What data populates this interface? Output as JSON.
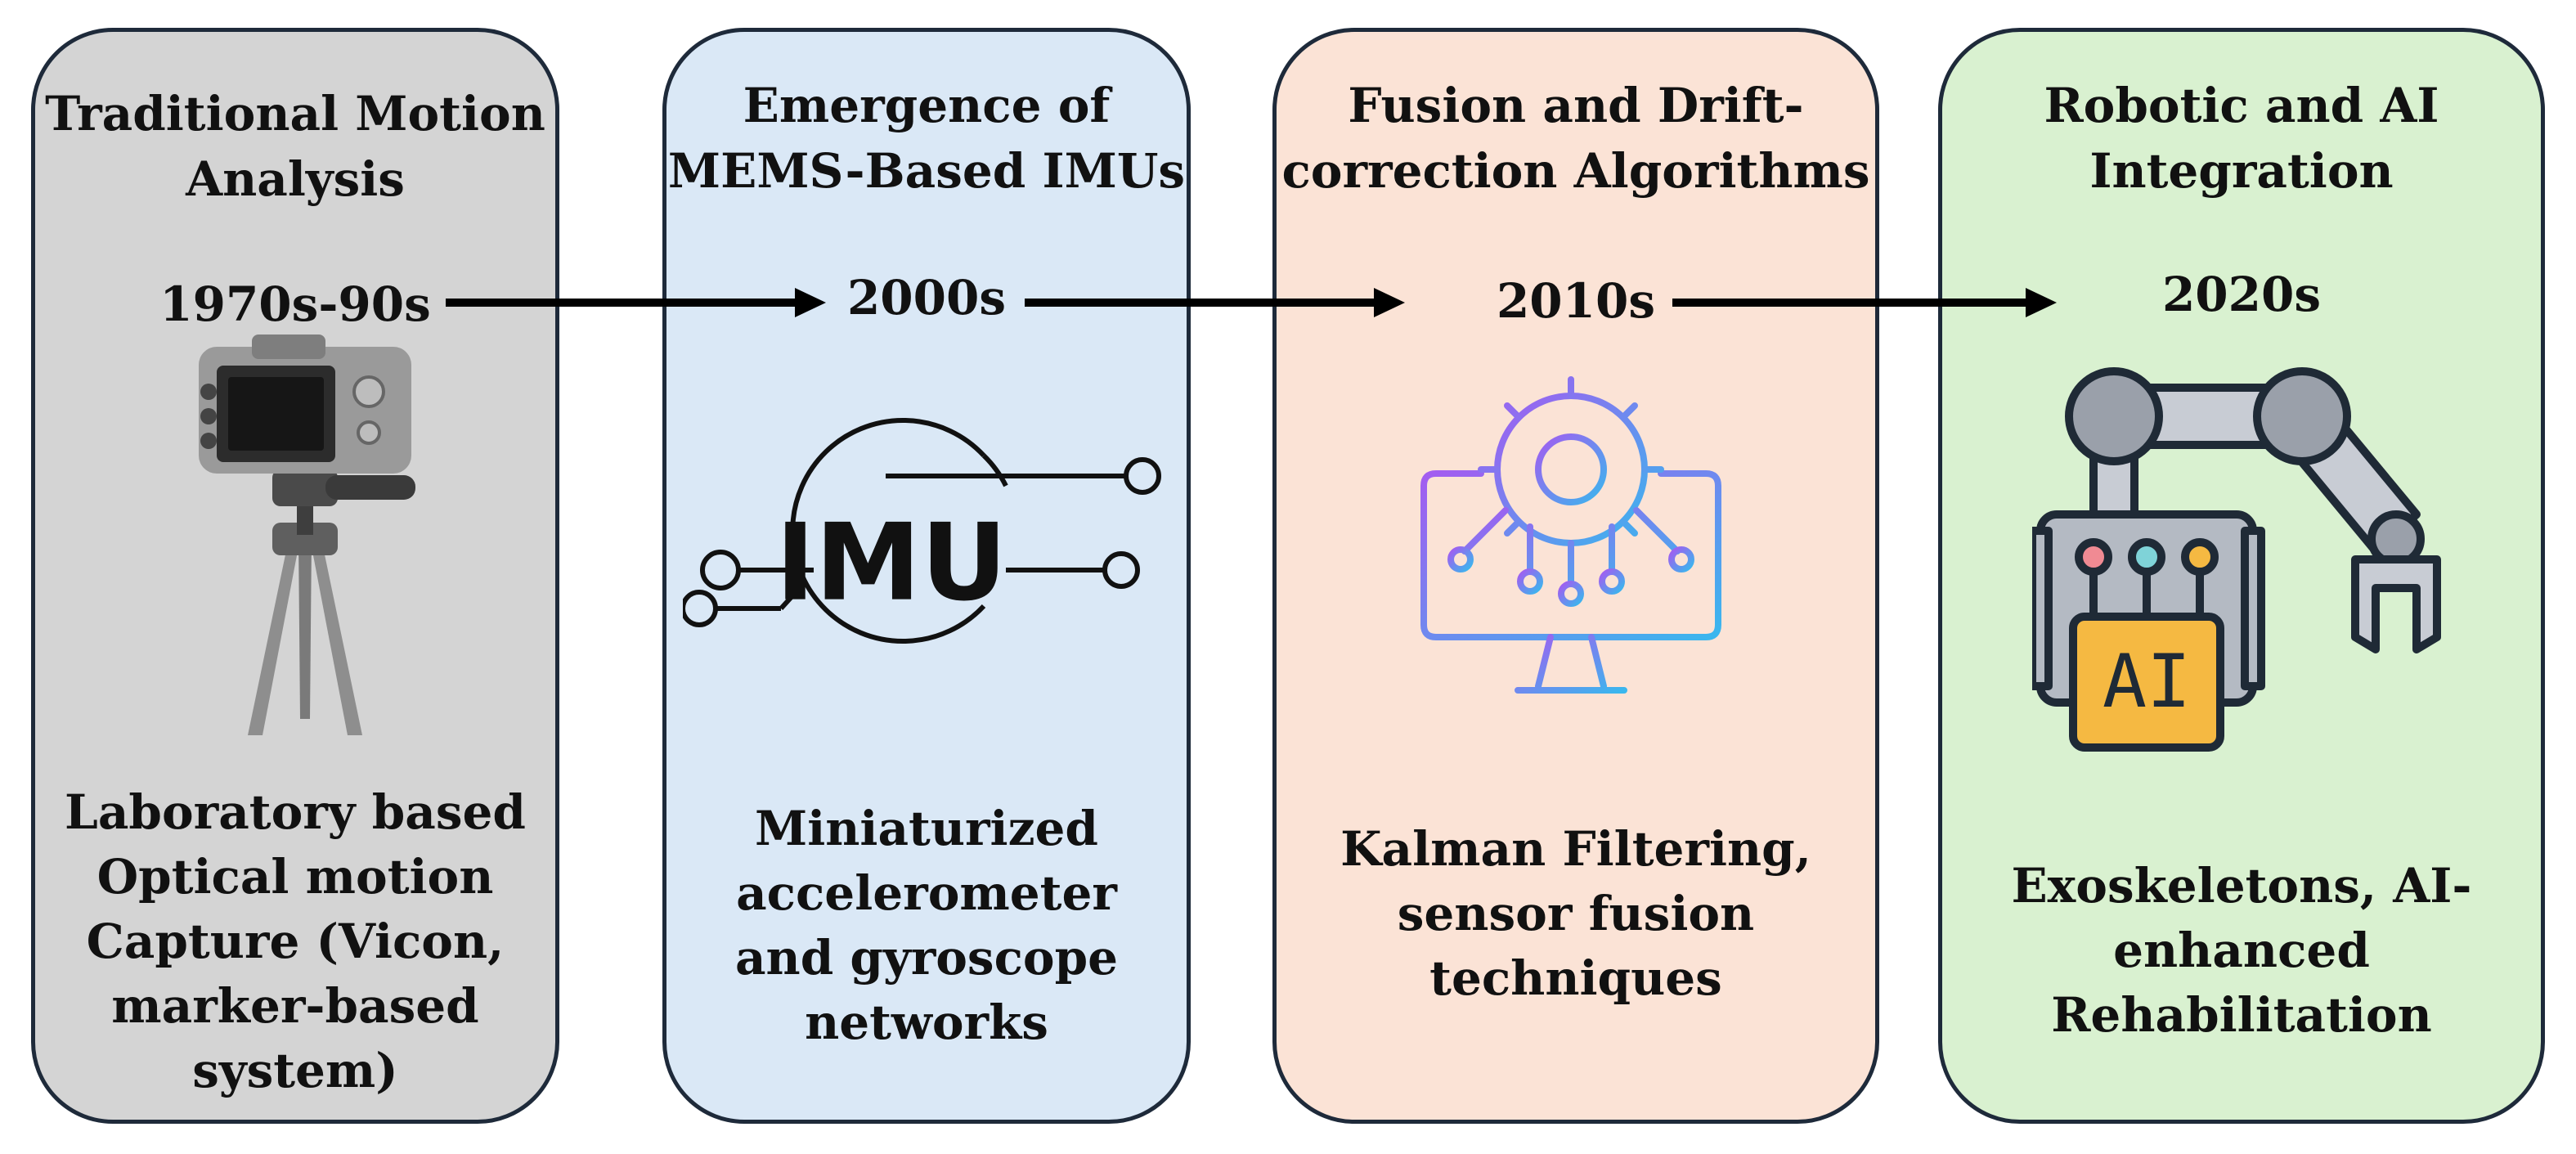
{
  "stages": [
    {
      "title": "Traditional Motion\nAnalysis",
      "year": "1970s-90s",
      "description": "Laboratory  based\nOptical motion\nCapture (Vicon,\nmarker-based\nsystem)",
      "icon": "camera-tripod-icon",
      "color": "#d4d4d4"
    },
    {
      "title": "Emergence of\nMEMS-Based IMUs",
      "year": "2000s",
      "description": "Miniaturized\naccelerometer\nand gyroscope\nnetworks",
      "icon": "imu-chip-icon",
      "icon_text": "IMU",
      "color": "#dae8f6"
    },
    {
      "title": "Fusion and Drift-\ncorrection Algorithms",
      "year": "2010s",
      "description": "Kalman Filtering,\nsensor fusion\ntechniques",
      "icon": "gear-monitor-icon",
      "color": "#fbe3d6"
    },
    {
      "title": "Robotic and AI\nIntegration",
      "year": "2020s",
      "description": "Exoskeletons, AI-\nenhanced\nRehabilitation",
      "icon": "robot-arm-ai-icon",
      "icon_text": "AI",
      "color": "#d9f1d0"
    }
  ],
  "colors": {
    "border": "#1e2a3a",
    "arrow": "#000000",
    "gradient_start": "#a35cf0",
    "gradient_end": "#3ab7ee",
    "ai_chip": "#f5b942"
  }
}
